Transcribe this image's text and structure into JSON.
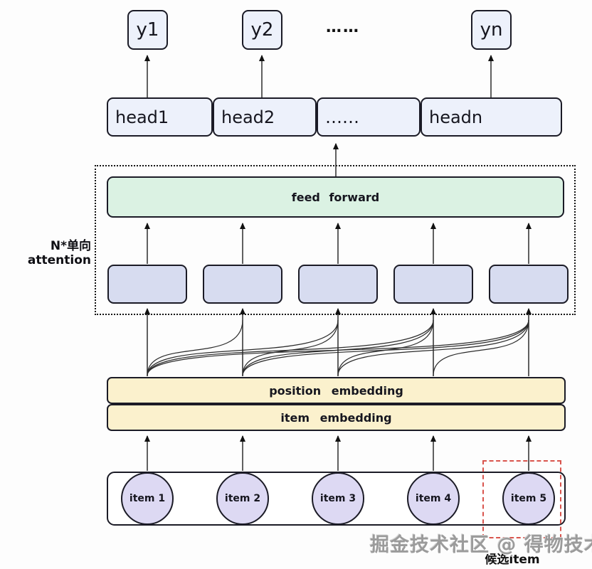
{
  "outputs": {
    "labels": [
      "y1",
      "y2",
      "yn"
    ],
    "ellipsis": "……"
  },
  "heads": {
    "labels": [
      "head1",
      "head2",
      "……",
      "headn"
    ]
  },
  "attention": {
    "block_label": "N*单向attention",
    "feed_forward": "feed forward",
    "hidden_boxes_count": 5
  },
  "embeddings": {
    "position": "position embedding",
    "item": "item embedding"
  },
  "items": [
    "item 1",
    "item 2",
    "item 3",
    "item 4",
    "item 5"
  ],
  "candidate": {
    "label": "候选item"
  },
  "watermark": {
    "text": "掘金技术社区 @ 得物技术"
  },
  "colors": {
    "node_fill_blue": "#edf1fb",
    "feed_forward_fill": "#dbf2e3",
    "hidden_state_fill": "#d7dcf0",
    "embedding_fill": "#fbf1cd",
    "item_circle_fill": "#ddd9f3",
    "border": "#1b1b26",
    "candidate_box_red": "#d9544d",
    "watermark_gray": "#9b9b9b"
  }
}
